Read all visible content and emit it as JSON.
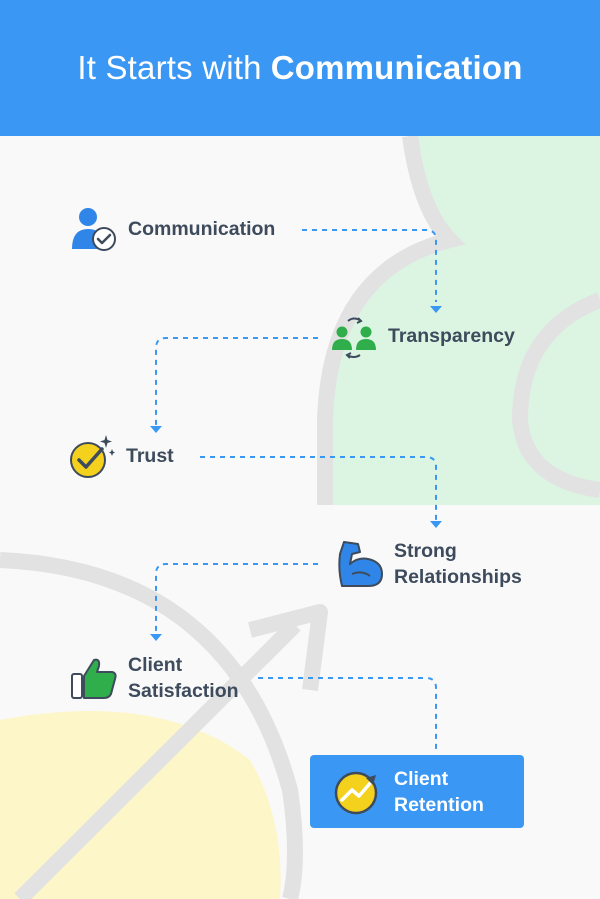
{
  "header": {
    "title_regular": "It Starts with",
    "title_bold": "Communication"
  },
  "steps": [
    {
      "label": "Communication",
      "icon": "chat-person-icon"
    },
    {
      "label": "Transparency",
      "icon": "people-exchange-icon"
    },
    {
      "label": "Trust",
      "icon": "check-badge-icon"
    },
    {
      "label": "Strong\nRelationships",
      "icon": "flexed-arm-icon"
    },
    {
      "label": "Client\nSatisfaction",
      "icon": "thumbs-up-icon"
    },
    {
      "label": "Client\nRetention",
      "icon": "growth-chart-icon"
    }
  ],
  "colors": {
    "header_bg": "#3a97f3",
    "text": "#3d4b5c",
    "connector": "#3a97f3",
    "icon_blue": "#2f86e8",
    "icon_green": "#2fae4b",
    "icon_yellow": "#f3d11c",
    "bg_green": "#dcf5e3",
    "bg_yellow": "#fdf6c8",
    "bg_gray": "#e2e2e2"
  }
}
